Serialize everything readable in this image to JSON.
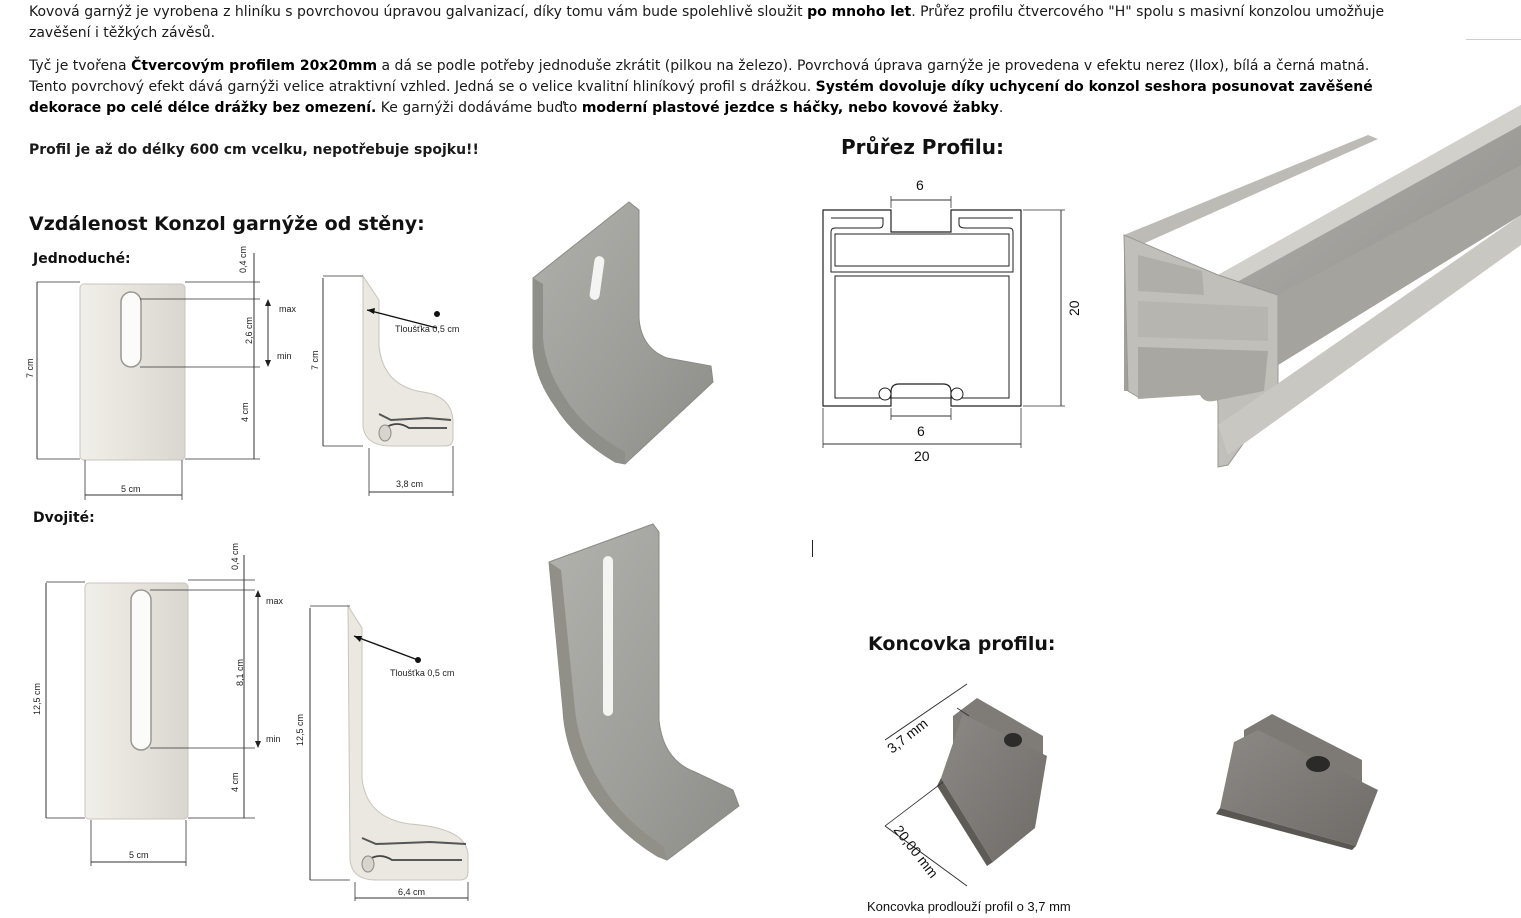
{
  "intro": {
    "p1_a": "Kovová garnýž je vyrobena z hliníku s povrchovou úpravou galvanizací, díky tomu vám bude spolehlivě sloužit ",
    "p1_b": "po mnoho let",
    "p1_c": ". Průřez profilu čtvercového \"H\" spolu s masivní konzolou umožňuje zavěšení i těžkých závěsů.",
    "p2_a": " Tyč je tvořena ",
    "p2_b": "Čtvercovým profilem 20x20mm",
    "p2_c": " a dá se podle potřeby jednoduše zkrátit (pilkou na železo). Povrchová úprava garnýže je provedena v efektu nerez (Ilox), bílá a černá matná. Tento povrchový efekt dává garnýži velice atraktivní vzhled. Jedná se o velice kvalitní hliníkový profil s drážkou. ",
    "p2_d": "Systém dovoluje díky uchycení do konzol seshora posunovat zavěšené dekorace po celé délce drážky bez omezení.",
    "p2_e": " Ke garnýži dodáváme buďto ",
    "p2_f": "moderní plastové jezdce s háčky, nebo kovové žabky",
    "p2_g": ".",
    "p3": "Profil je až do délky 600 cm vcelku, nepotřebuje spojku!!"
  },
  "sections": {
    "distance_title": "Vzdálenost Konzol garnýže od stěny:",
    "single": "Jednoduché:",
    "double": "Dvojité:",
    "profile_title": "Průřez Profilu:",
    "endcap_title": "Koncovka profilu:"
  },
  "single_bracket": {
    "top_gap": "0,4 cm",
    "slot": "2,6 cm",
    "bottom": "4 cm",
    "height": "7 cm",
    "width": "5 cm",
    "max": "max",
    "min": "min",
    "side_height": "7 cm",
    "thickness": "Tloušťka 0,5 cm",
    "depth": "3,8 cm"
  },
  "double_bracket": {
    "top_gap": "0,4 cm",
    "slot": "8,1 cm",
    "bottom": "4 cm",
    "height": "12,5 cm",
    "width": "5 cm",
    "max": "max",
    "min": "min",
    "side_height": "12,5 cm",
    "thickness": "Tloušťka 0,5 cm",
    "depth": "6,4 cm"
  },
  "profile": {
    "top_opening": "6",
    "bottom_opening": "6",
    "width": "20",
    "height": "20"
  },
  "endcap": {
    "extension": "3,7 mm",
    "width": "20,00 mm",
    "caption": "Koncovka prodlouží profil o 3,7 mm"
  },
  "colors": {
    "metal_light": "#e9e6df",
    "metal_dark": "#9c9c98",
    "profile_alu": "#b4b2ad"
  }
}
